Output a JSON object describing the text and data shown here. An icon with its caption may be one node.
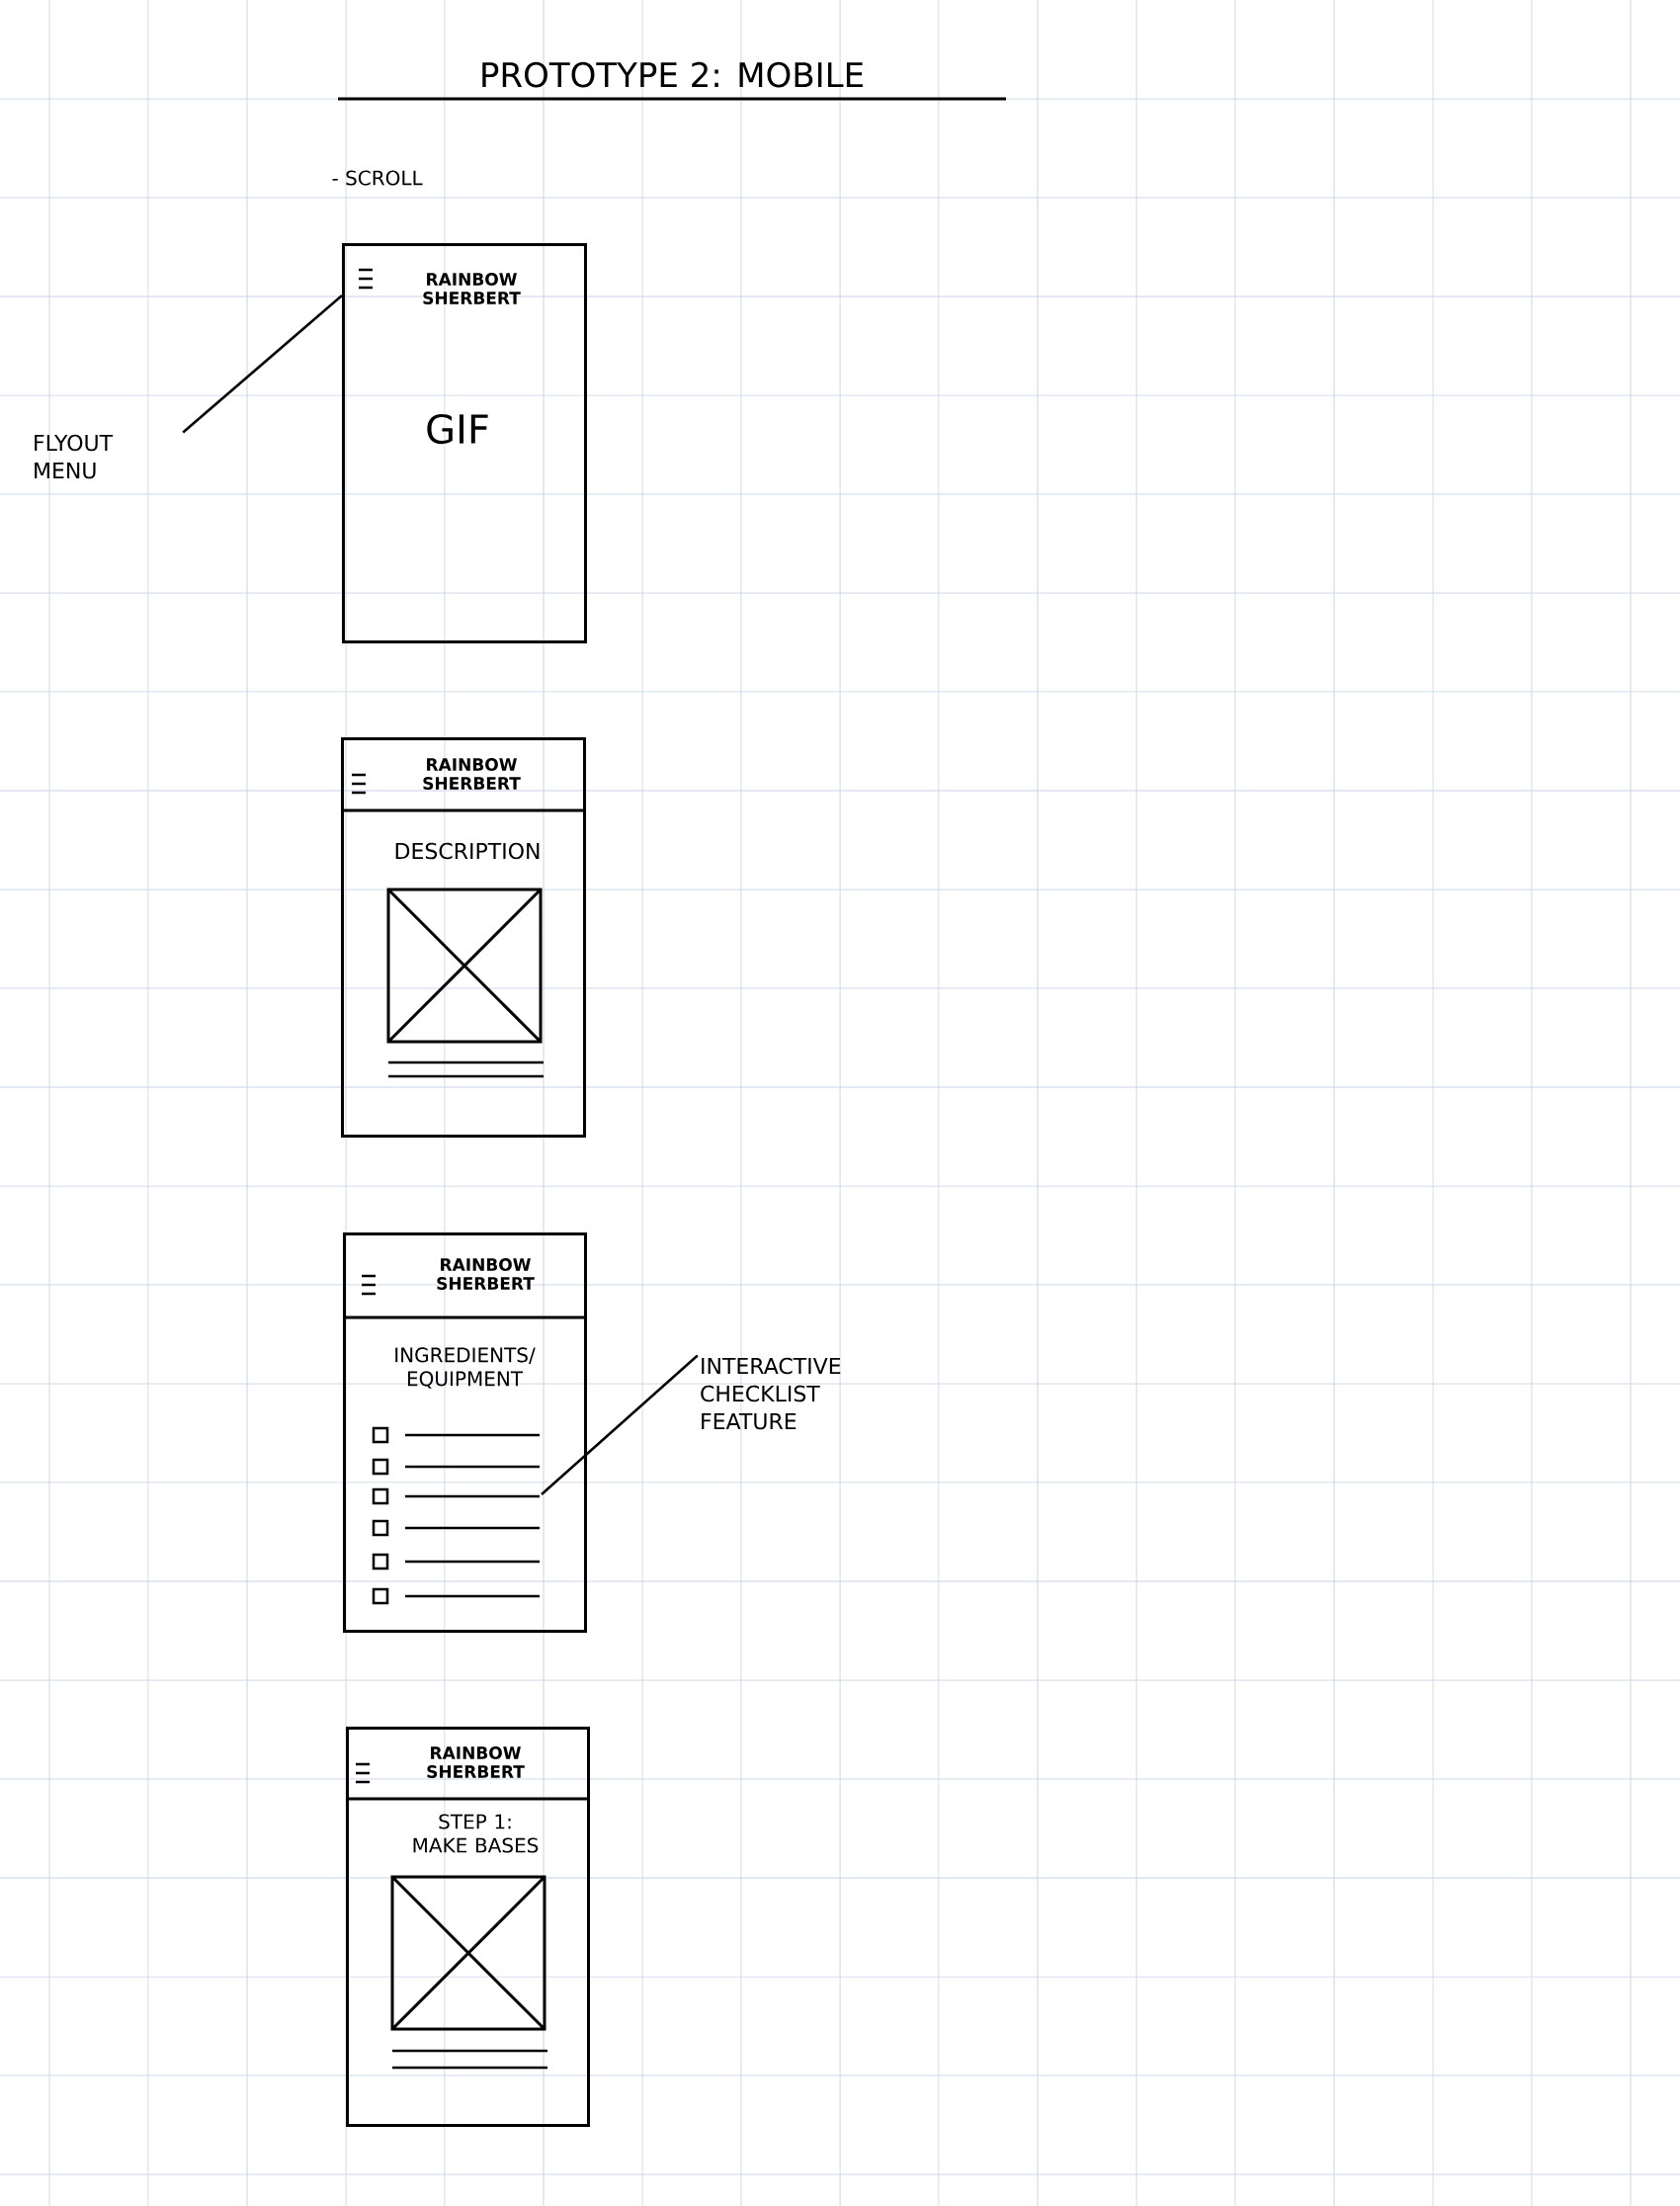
{
  "diagram": {
    "title": "PROTOTYPE 2: MOBILE",
    "nodes": [
      {
        "text": [
          "RAINBOW SHERBERT",
          "GIF"
        ]
      },
      {
        "text": [
          "RAINBOW SHERBERT",
          "DESCRIPTION"
        ]
      },
      {
        "text": [
          "RAINBOW SHERBERT",
          "INGREDIENTS/ EQUIPMENT"
        ]
      },
      {
        "text": [
          "RAINBOW SHERBERT",
          "STEP 1: MAKE BASES"
        ]
      },
      {
        "text": [
          "FLYOUT MENU"
        ]
      },
      {
        "text": [
          "INTERACTIVE CHECKLIST FEATURE"
        ]
      }
    ],
    "edges": [
      {
        "from": 4,
        "to": 0,
        "arrow": "none"
      },
      {
        "from": 5,
        "to": 2,
        "arrow": "none"
      }
    ],
    "labels": [
      "- SCROLL"
    ]
  }
}
